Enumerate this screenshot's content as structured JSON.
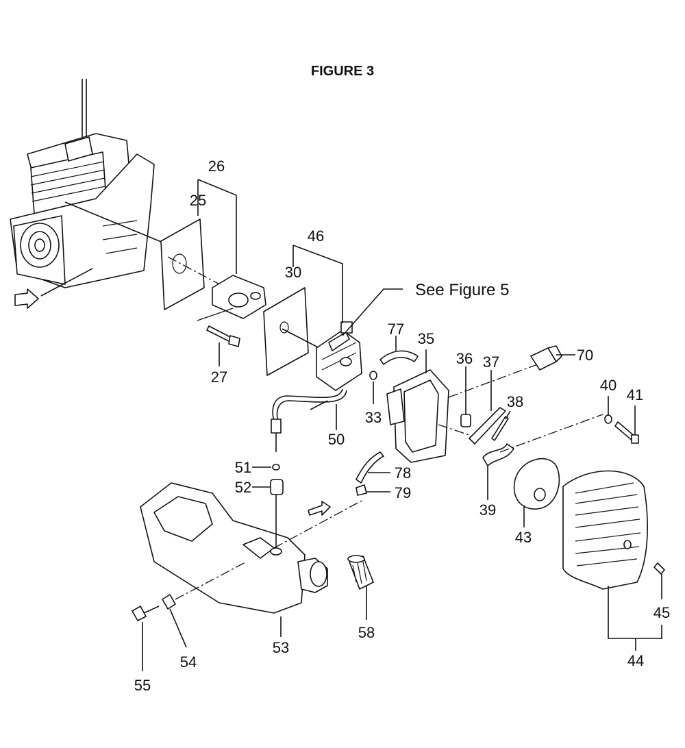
{
  "figure_title": "FIGURE 3",
  "callout_note": "See Figure 5",
  "part_numbers": [
    "25",
    "26",
    "27",
    "30",
    "33",
    "35",
    "36",
    "37",
    "38",
    "39",
    "40",
    "41",
    "43",
    "44",
    "45",
    "46",
    "50",
    "51",
    "52",
    "53",
    "54",
    "55",
    "58",
    "70",
    "77",
    "78",
    "79"
  ]
}
